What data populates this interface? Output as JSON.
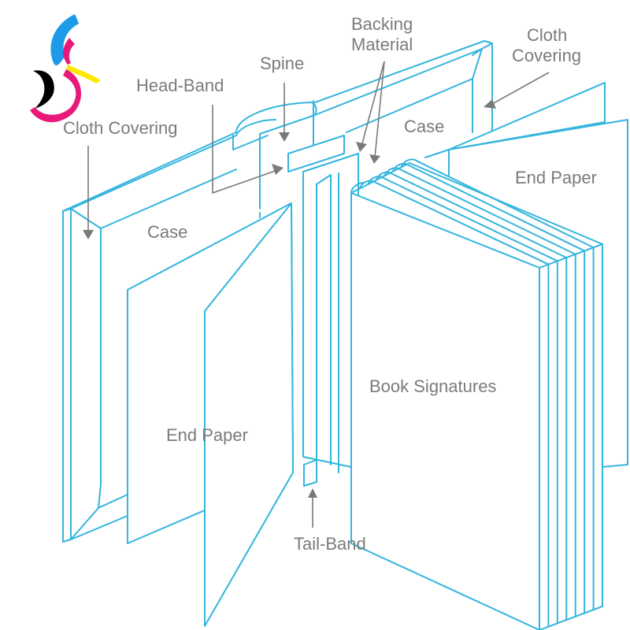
{
  "diagram": {
    "title": "Hardcover book anatomy",
    "labels": {
      "cloth_covering_left": "Cloth Covering",
      "head_band": "Head-Band",
      "spine": "Spine",
      "backing_material_line1": "Backing",
      "backing_material_line2": "Material",
      "cloth_covering_right_line1": "Cloth",
      "cloth_covering_right_line2": "Covering",
      "case_left": "Case",
      "case_right": "Case",
      "end_paper_left": "End Paper",
      "end_paper_right": "End Paper",
      "book_signatures": "Book Signatures",
      "tail_band": "Tail-Band"
    },
    "signature_count": 7,
    "colors": {
      "line": "#33b5dd",
      "label": "#7b7b7b",
      "arrow": "#7a7a7a",
      "logo_cyan": "#1e9be8",
      "logo_magenta": "#e8197a",
      "logo_yellow": "#ffe800",
      "logo_black": "#000000"
    }
  }
}
